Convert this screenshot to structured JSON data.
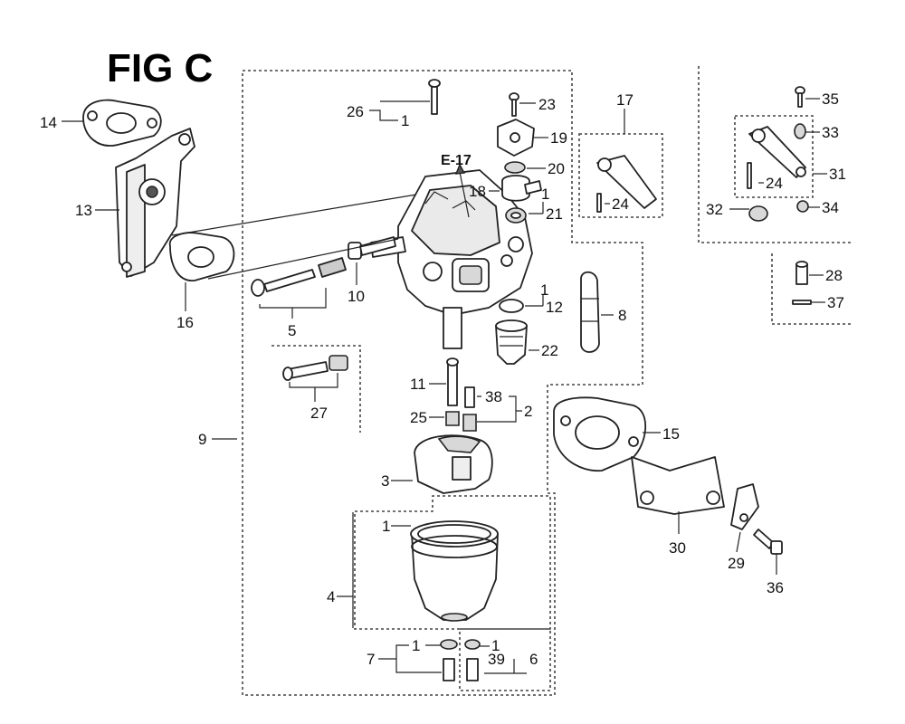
{
  "figure": {
    "title": "FIG C",
    "ref": "E-17"
  },
  "callouts": {
    "c1": "1",
    "c2": "2",
    "c3": "3",
    "c4": "4",
    "c5": "5",
    "c6": "6",
    "c7": "7",
    "c8": "8",
    "c9": "9",
    "c10": "10",
    "c11": "11",
    "c12": "12",
    "c13": "13",
    "c14": "14",
    "c15": "15",
    "c16": "16",
    "c17": "17",
    "c18": "18",
    "c19": "19",
    "c20": "20",
    "c21": "21",
    "c22": "22",
    "c23": "23",
    "c24": "24",
    "c25": "25",
    "c26": "26",
    "c27": "27",
    "c28": "28",
    "c29": "29",
    "c30": "30",
    "c31": "31",
    "c32": "32",
    "c33": "33",
    "c34": "34",
    "c35": "35",
    "c36": "36",
    "c37": "37",
    "c38": "38",
    "c39": "39"
  }
}
